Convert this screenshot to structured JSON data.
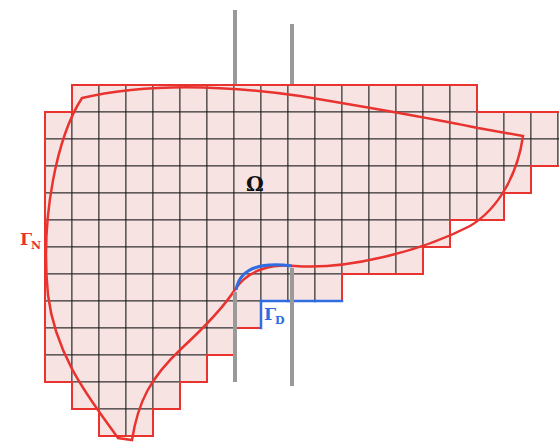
{
  "diagram": {
    "labels": [
      "Ω",
      "Γ",
      "N",
      "Γ",
      "D"
    ]
  }
}
